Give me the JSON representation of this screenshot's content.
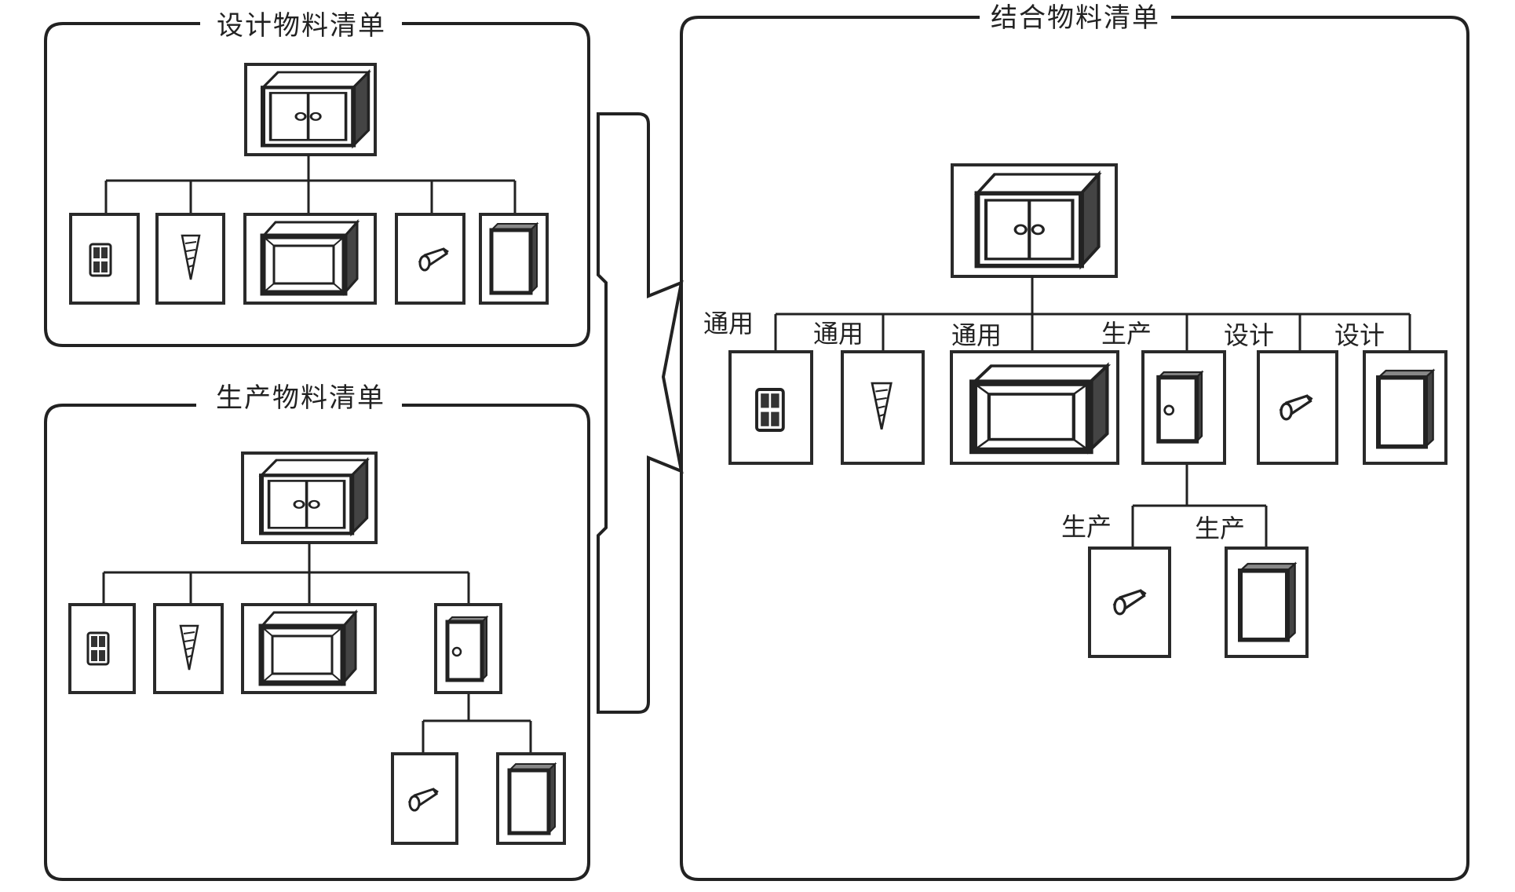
{
  "panels": {
    "design": {
      "title": "设计物料清单"
    },
    "production": {
      "title": "生产物料清单"
    },
    "combined": {
      "title": "结合物料清单",
      "labels": [
        "通用",
        "通用",
        "通用",
        "生产",
        "设计",
        "设计",
        "生产",
        "生产"
      ]
    }
  },
  "icons": {
    "cabinet": "cabinet-icon",
    "hinge": "hinge-icon",
    "screw": "screw-icon",
    "frame": "cabinet-frame-icon",
    "knob": "knob-icon",
    "panel": "panel-board-icon",
    "door": "door-icon"
  }
}
